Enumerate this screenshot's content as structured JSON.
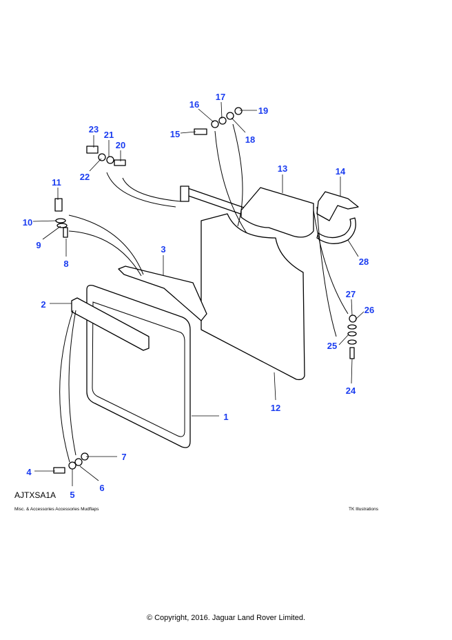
{
  "diagram": {
    "callouts": [
      "1",
      "2",
      "3",
      "4",
      "5",
      "6",
      "7",
      "8",
      "9",
      "10",
      "11",
      "12",
      "13",
      "14",
      "15",
      "16",
      "17",
      "18",
      "19",
      "20",
      "21",
      "22",
      "23",
      "24",
      "25",
      "26",
      "27",
      "28"
    ]
  },
  "footer": {
    "illustration_code": "AJTXSA1A",
    "category": "Misc. & Accessories Accessories Mudflaps",
    "credit": "TK Illustrations",
    "copyright": "© Copyright, 2016. Jaguar Land Rover Limited."
  }
}
